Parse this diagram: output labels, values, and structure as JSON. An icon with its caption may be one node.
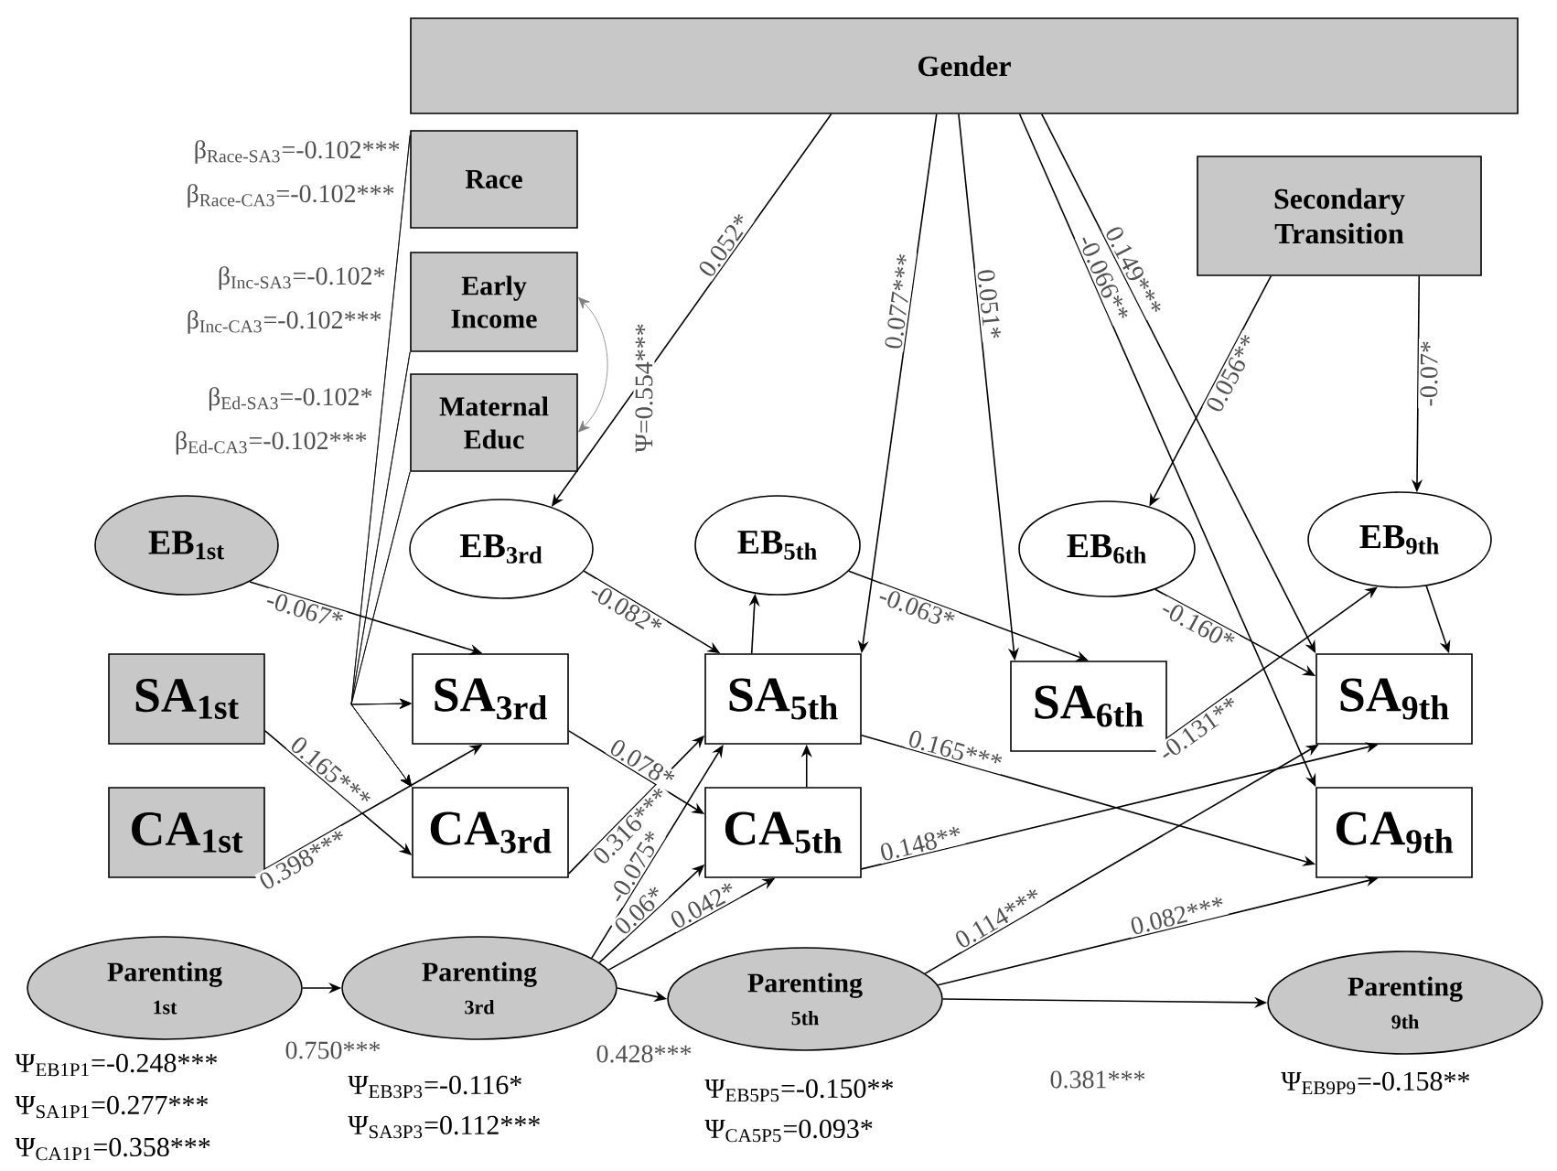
{
  "diagram": {
    "nodes": [
      {
        "text": [
          "Gender"
        ]
      },
      {
        "text": [
          "Race"
        ]
      },
      {
        "text": [
          "Early Income"
        ]
      },
      {
        "text": [
          "Maternal Educ"
        ]
      },
      {
        "text": [
          "Secondary Transition"
        ]
      },
      {
        "text": [
          "EB$_{1st}$"
        ]
      },
      {
        "text": [
          "EB$_{3rd}$"
        ]
      },
      {
        "text": [
          "EB$_{5th}$"
        ]
      },
      {
        "text": [
          "EB$_{6th}$"
        ]
      },
      {
        "text": [
          "EB$_{9th}$"
        ]
      },
      {
        "text": [
          "SA$_{1st}$"
        ]
      },
      {
        "text": [
          "CA$_{1st}$"
        ]
      },
      {
        "text": [
          "SA$_{3rd}$"
        ]
      },
      {
        "text": [
          "CA$_{3rd}$"
        ]
      },
      {
        "text": [
          "SA$_{5th}$"
        ]
      },
      {
        "text": [
          "CA$_{5th}$"
        ]
      },
      {
        "text": [
          "SA$_{6th}$"
        ]
      },
      {
        "text": [
          "SA$_{9th}$"
        ]
      },
      {
        "text": [
          "CA$_{9th}$"
        ]
      },
      {
        "text": [
          "Parenting",
          "1st"
        ],
        "beside": [
          "Ψ$_{EB1P1}$=-0.248***",
          "Ψ$_{SA1P1}$=0.277***",
          "Ψ$_{CA1P1}$=0.358***"
        ]
      },
      {
        "text": [
          "Parenting",
          "3rd"
        ],
        "beside": [
          "Ψ$_{EB3P3}$=-0.116*",
          "Ψ$_{SA3P3}$=0.112***"
        ]
      },
      {
        "text": [
          "Parenting",
          "5th"
        ],
        "beside": [
          "Ψ$_{EB5P5}$=-0.150**",
          "Ψ$_{CA5P5}$=0.093*"
        ]
      },
      {
        "text": [
          "Parenting",
          "9th"
        ],
        "beside": [
          "Ψ$_{EB9P9}$=-0.158**"
        ]
      }
    ],
    "edges": [
      {
        "from": 0,
        "to": 6,
        "arrow": "to",
        "label": "0.052*"
      },
      {
        "from": 0,
        "to": 14,
        "arrow": "to",
        "label": "0.077***"
      },
      {
        "from": 0,
        "to": 16,
        "arrow": "to",
        "label": "0.051*"
      },
      {
        "from": 0,
        "to": 18,
        "arrow": "to",
        "label": "-0.066**"
      },
      {
        "from": 0,
        "to": 17,
        "arrow": "to",
        "label": "0.149***"
      },
      {
        "from": 4,
        "to": 8,
        "arrow": "to",
        "label": "0.056**"
      },
      {
        "from": 4,
        "to": 9,
        "arrow": "to",
        "label": "-0.07*"
      },
      {
        "from": 1,
        "to": 12,
        "arrow": "to"
      },
      {
        "from": 1,
        "to": 13,
        "arrow": "to"
      },
      {
        "from": 2,
        "to": 12,
        "arrow": "to"
      },
      {
        "from": 2,
        "to": 13,
        "arrow": "to"
      },
      {
        "from": 3,
        "to": 12,
        "arrow": "to"
      },
      {
        "from": 3,
        "to": 13,
        "arrow": "to"
      },
      {
        "from": 2,
        "to": 3,
        "arrow": "both",
        "label": "Ψ=0.554***",
        "color": "#808080"
      },
      {
        "from": 5,
        "to": 12,
        "arrow": "to",
        "label": "-0.067*"
      },
      {
        "from": 10,
        "to": 13,
        "arrow": "to",
        "label": "0.165***"
      },
      {
        "from": 11,
        "to": 12,
        "arrow": "to",
        "label": "0.398***"
      },
      {
        "from": 6,
        "to": 14,
        "arrow": "to",
        "label": "-0.082*"
      },
      {
        "from": 12,
        "to": 15,
        "arrow": "to",
        "label": "0.078*"
      },
      {
        "from": 13,
        "to": 14,
        "arrow": "to",
        "label": "0.316***"
      },
      {
        "from": 14,
        "to": 7,
        "arrow": "to"
      },
      {
        "from": 7,
        "to": 16,
        "arrow": "to",
        "label": "-0.063*"
      },
      {
        "from": 8,
        "to": 17,
        "arrow": "to",
        "label": "-0.160*"
      },
      {
        "from": 16,
        "to": 9,
        "arrow": "to",
        "label": "-0.131**"
      },
      {
        "from": 9,
        "to": 17,
        "arrow": "to"
      },
      {
        "from": 14,
        "to": 18,
        "arrow": "to",
        "label": "0.165***"
      },
      {
        "from": 15,
        "to": 17,
        "arrow": "to",
        "label": "0.148**"
      },
      {
        "from": 19,
        "to": 20,
        "arrow": "to",
        "label": "0.750***"
      },
      {
        "from": 20,
        "to": 21,
        "arrow": "to",
        "label": "0.428***"
      },
      {
        "from": 20,
        "to": 14,
        "arrow": "to",
        "label": "-0.075*"
      },
      {
        "from": 20,
        "to": 15,
        "arrow": "to",
        "label": "0.06*"
      },
      {
        "from": 20,
        "to": 15,
        "arrow": "to",
        "label": "0.042*"
      },
      {
        "from": 21,
        "to": 22,
        "arrow": "to",
        "label": "0.381***"
      },
      {
        "from": 21,
        "to": 17,
        "arrow": "to",
        "label": "0.114***"
      },
      {
        "from": 21,
        "to": 18,
        "arrow": "to",
        "label": "0.082***"
      },
      {
        "from": 15,
        "to": 14,
        "arrow": "to"
      }
    ],
    "labels": [
      "β$_{Race-SA3}$=-0.102***",
      "β$_{Race-CA3}$=-0.102***",
      "β$_{Inc-SA3}$=-0.102*",
      "β$_{Inc-CA3}$=-0.102***",
      "β$_{Ed-SA3}$=-0.102*",
      "β$_{Ed-CA3}$=-0.102***"
    ]
  }
}
